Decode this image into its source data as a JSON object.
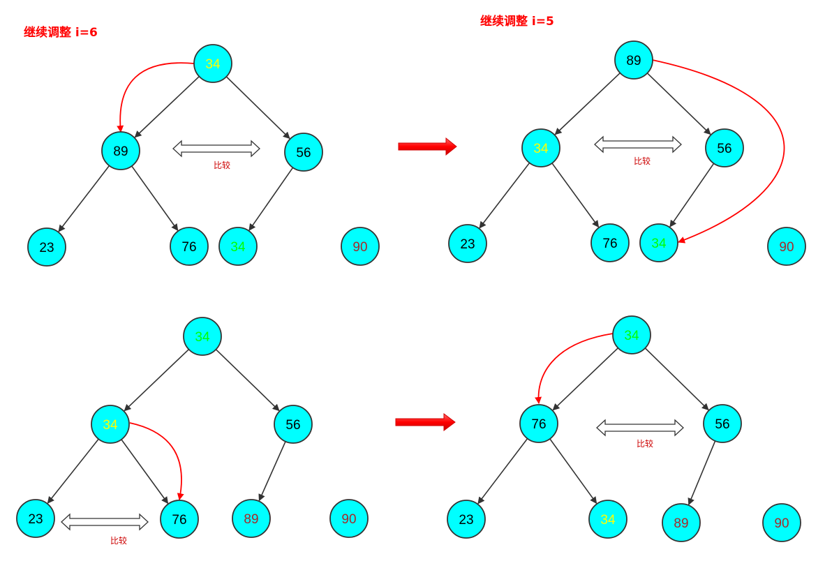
{
  "colors": {
    "node_fill": "#00ffff",
    "node_stroke": "#333333",
    "edge": "#333333",
    "highlight": "#ff0000",
    "text_default": "#000000",
    "text_moving": "#ffff00",
    "text_new": "#00ff00",
    "text_sorted": "#a52a2a",
    "title": "#ff0000",
    "compare_label": "#cc0000"
  },
  "panels": [
    {
      "id": "p1",
      "title": "继续调整 i=6",
      "compare_label": "比较",
      "nodes": [
        {
          "id": "a",
          "label": "34",
          "state": "moving"
        },
        {
          "id": "b",
          "label": "89",
          "state": "default"
        },
        {
          "id": "c",
          "label": "56",
          "state": "default"
        },
        {
          "id": "d",
          "label": "23",
          "state": "default"
        },
        {
          "id": "e",
          "label": "76",
          "state": "default"
        },
        {
          "id": "f",
          "label": "34",
          "state": "new"
        },
        {
          "id": "g",
          "label": "90",
          "state": "sorted"
        }
      ]
    },
    {
      "id": "p2",
      "title": "继续调整 i=5",
      "compare_label": "比较",
      "nodes": [
        {
          "id": "a",
          "label": "89",
          "state": "default"
        },
        {
          "id": "b",
          "label": "34",
          "state": "moving"
        },
        {
          "id": "c",
          "label": "56",
          "state": "default"
        },
        {
          "id": "d",
          "label": "23",
          "state": "default"
        },
        {
          "id": "e",
          "label": "76",
          "state": "default"
        },
        {
          "id": "f",
          "label": "34",
          "state": "new"
        },
        {
          "id": "g",
          "label": "90",
          "state": "sorted"
        }
      ]
    },
    {
      "id": "p3",
      "title": "",
      "compare_label": "比较",
      "nodes": [
        {
          "id": "a",
          "label": "34",
          "state": "new"
        },
        {
          "id": "b",
          "label": "34",
          "state": "moving"
        },
        {
          "id": "c",
          "label": "56",
          "state": "default"
        },
        {
          "id": "d",
          "label": "23",
          "state": "default"
        },
        {
          "id": "e",
          "label": "76",
          "state": "default"
        },
        {
          "id": "f",
          "label": "89",
          "state": "sorted"
        },
        {
          "id": "g",
          "label": "90",
          "state": "sorted"
        }
      ]
    },
    {
      "id": "p4",
      "title": "",
      "compare_label": "比较",
      "nodes": [
        {
          "id": "a",
          "label": "34",
          "state": "new"
        },
        {
          "id": "b",
          "label": "76",
          "state": "default"
        },
        {
          "id": "c",
          "label": "56",
          "state": "default"
        },
        {
          "id": "d",
          "label": "23",
          "state": "default"
        },
        {
          "id": "e",
          "label": "34",
          "state": "moving"
        },
        {
          "id": "f",
          "label": "89",
          "state": "sorted"
        },
        {
          "id": "g",
          "label": "90",
          "state": "sorted"
        }
      ]
    }
  ]
}
